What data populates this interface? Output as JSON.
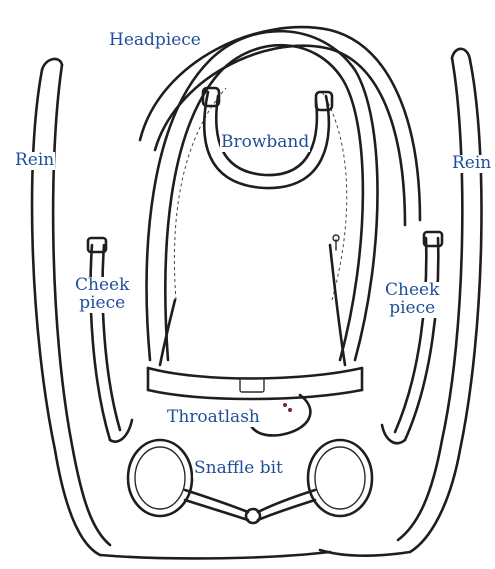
{
  "diagram": {
    "labels": {
      "headpiece": "Headpiece",
      "browband": "Browband",
      "rein_left": "Rein",
      "rein_right": "Rein",
      "cheekpiece_left_line1": "Cheek",
      "cheekpiece_left_line2": "piece",
      "cheekpiece_right_line1": "Cheek",
      "cheekpiece_right_line2": "piece",
      "throatlash": "Throatlash",
      "snaffle_bit": "Snaffle bit"
    },
    "colors": {
      "label_text": "#1f4e9a",
      "line_art": "#1e1e1e",
      "background": "#ffffff"
    }
  }
}
